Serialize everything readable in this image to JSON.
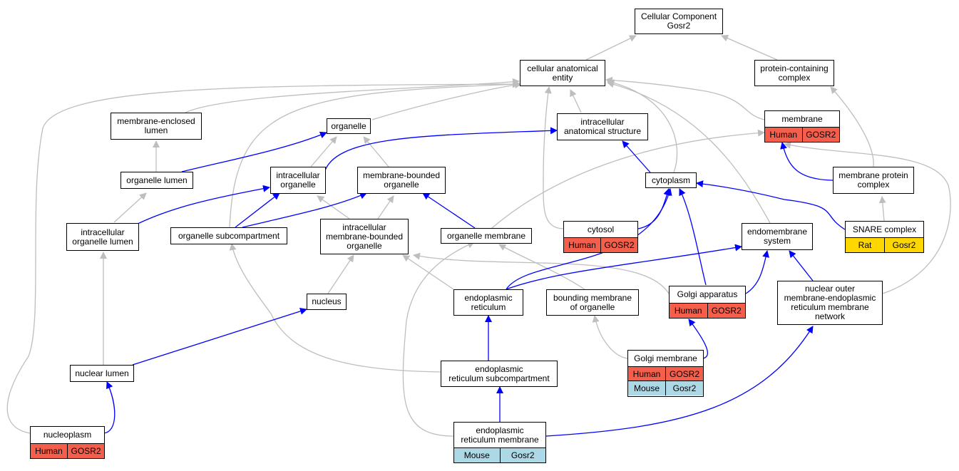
{
  "colors": {
    "gray_edge": "#bebebe",
    "blue_edge": "#0000ff",
    "human": "#f45e4b",
    "mouse": "#add8e6",
    "rat": "#ffd700"
  },
  "nodes": {
    "cellular_component": {
      "label": "Cellular Component\nGosr2"
    },
    "cellular_anatomical_entity": {
      "label": "cellular anatomical\nentity"
    },
    "protein_containing_complex": {
      "label": "protein-containing\ncomplex"
    },
    "membrane_enclosed_lumen": {
      "label": "membrane-enclosed\nlumen"
    },
    "organelle": {
      "label": "organelle"
    },
    "intracellular_anatomical_structure": {
      "label": "intracellular\nanatomical structure"
    },
    "organelle_lumen": {
      "label": "organelle lumen"
    },
    "intracellular_organelle": {
      "label": "intracellular\norganelle"
    },
    "membrane_bounded_organelle": {
      "label": "membrane-bounded\norganelle"
    },
    "cytoplasm": {
      "label": "cytoplasm"
    },
    "membrane_protein_complex": {
      "label": "membrane protein\ncomplex"
    },
    "intracellular_organelle_lumen": {
      "label": "intracellular\norganelle lumen"
    },
    "organelle_subcompartment": {
      "label": "organelle subcompartment"
    },
    "intracellular_membrane_bounded_organelle": {
      "label": "intracellular\nmembrane-bounded\norganelle"
    },
    "organelle_membrane": {
      "label": "organelle membrane"
    },
    "endomembrane_system": {
      "label": "endomembrane\nsystem"
    },
    "nucleus": {
      "label": "nucleus"
    },
    "endoplasmic_reticulum": {
      "label": "endoplasmic\nreticulum"
    },
    "bounding_membrane": {
      "label": "bounding membrane\nof organelle"
    },
    "nuclear_outer_membrane": {
      "label": "nuclear outer\nmembrane-endoplasmic\nreticulum membrane\nnetwork"
    },
    "nuclear_lumen": {
      "label": "nuclear lumen"
    },
    "er_subcompartment": {
      "label": "endoplasmic\nreticulum subcompartment"
    }
  },
  "tables": {
    "membrane": {
      "label": "membrane",
      "rows": [
        {
          "species": "Human",
          "gene": "GOSR2",
          "color": "#f45e4b"
        }
      ]
    },
    "cytosol": {
      "label": "cytosol",
      "rows": [
        {
          "species": "Human",
          "gene": "GOSR2",
          "color": "#f45e4b"
        }
      ]
    },
    "snare_complex": {
      "label": "SNARE complex",
      "rows": [
        {
          "species": "Rat",
          "gene": "Gosr2",
          "color": "#ffd700"
        }
      ]
    },
    "golgi_apparatus": {
      "label": "Golgi apparatus",
      "rows": [
        {
          "species": "Human",
          "gene": "GOSR2",
          "color": "#f45e4b"
        }
      ]
    },
    "golgi_membrane": {
      "label": "Golgi membrane",
      "rows": [
        {
          "species": "Human",
          "gene": "GOSR2",
          "color": "#f45e4b"
        },
        {
          "species": "Mouse",
          "gene": "Gosr2",
          "color": "#add8e6"
        }
      ]
    },
    "nucleoplasm": {
      "label": "nucleoplasm",
      "rows": [
        {
          "species": "Human",
          "gene": "GOSR2",
          "color": "#f45e4b"
        }
      ]
    },
    "er_membrane": {
      "label": "endoplasmic\nreticulum membrane",
      "rows": [
        {
          "species": "Mouse",
          "gene": "Gosr2",
          "color": "#add8e6"
        }
      ]
    }
  }
}
